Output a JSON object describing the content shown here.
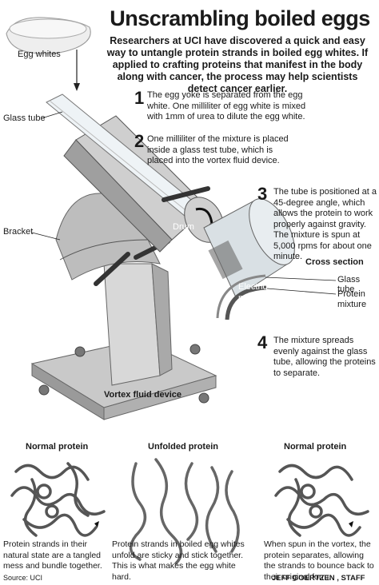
{
  "title": "Unscrambling boiled eggs",
  "intro": "Researchers at UCI have discovered a quick and easy way to untangle protein strands in boiled egg whites. If applied to crafting proteins that manifest in the body along with cancer, the process may help scientists detect cancer earlier.",
  "labels": {
    "egg_whites": "Egg whites",
    "glass_tube": "Glass tube",
    "bracket": "Bracket",
    "drum": "Drum",
    "electric_motor": "Electric motor",
    "vortex_device": "Vortex fluid device"
  },
  "steps": [
    {
      "num": "1",
      "text": "The egg yoke is separated from the egg white. One milliliter of egg white is mixed with 1mm of urea to dilute the egg white."
    },
    {
      "num": "2",
      "text": "One milliliter of the mixture is placed inside a glass test tube, which is placed into the vortex fluid device."
    },
    {
      "num": "3",
      "text": "The tube is positioned at a 45-degree angle, which allows the protein to work properly against gravity. The mixture is spun at 5,000 rpms for about one minute."
    },
    {
      "num": "4",
      "text": "The mixture spreads evenly against the glass tube, allowing the proteins to separate."
    }
  ],
  "cross_section": {
    "title": "Cross section",
    "glass_tube": "Glass tube",
    "protein_mixture": "Protein mixture"
  },
  "proteins": [
    {
      "title": "Normal protein",
      "caption": "Protein strands in their natural state are a tangled mess and bundle together."
    },
    {
      "title": "Unfolded protein",
      "caption": "Protein strands in boiled egg whites unfold are sticky and stick together. This is what makes the egg white hard."
    },
    {
      "title": "Normal protein",
      "caption": "When spun in the vortex, the protein separates, allowing the strands to bounce back to their original form."
    }
  ],
  "source": "Source: UCI",
  "credit": "JEFF GOERTZEN , STAFF"
}
